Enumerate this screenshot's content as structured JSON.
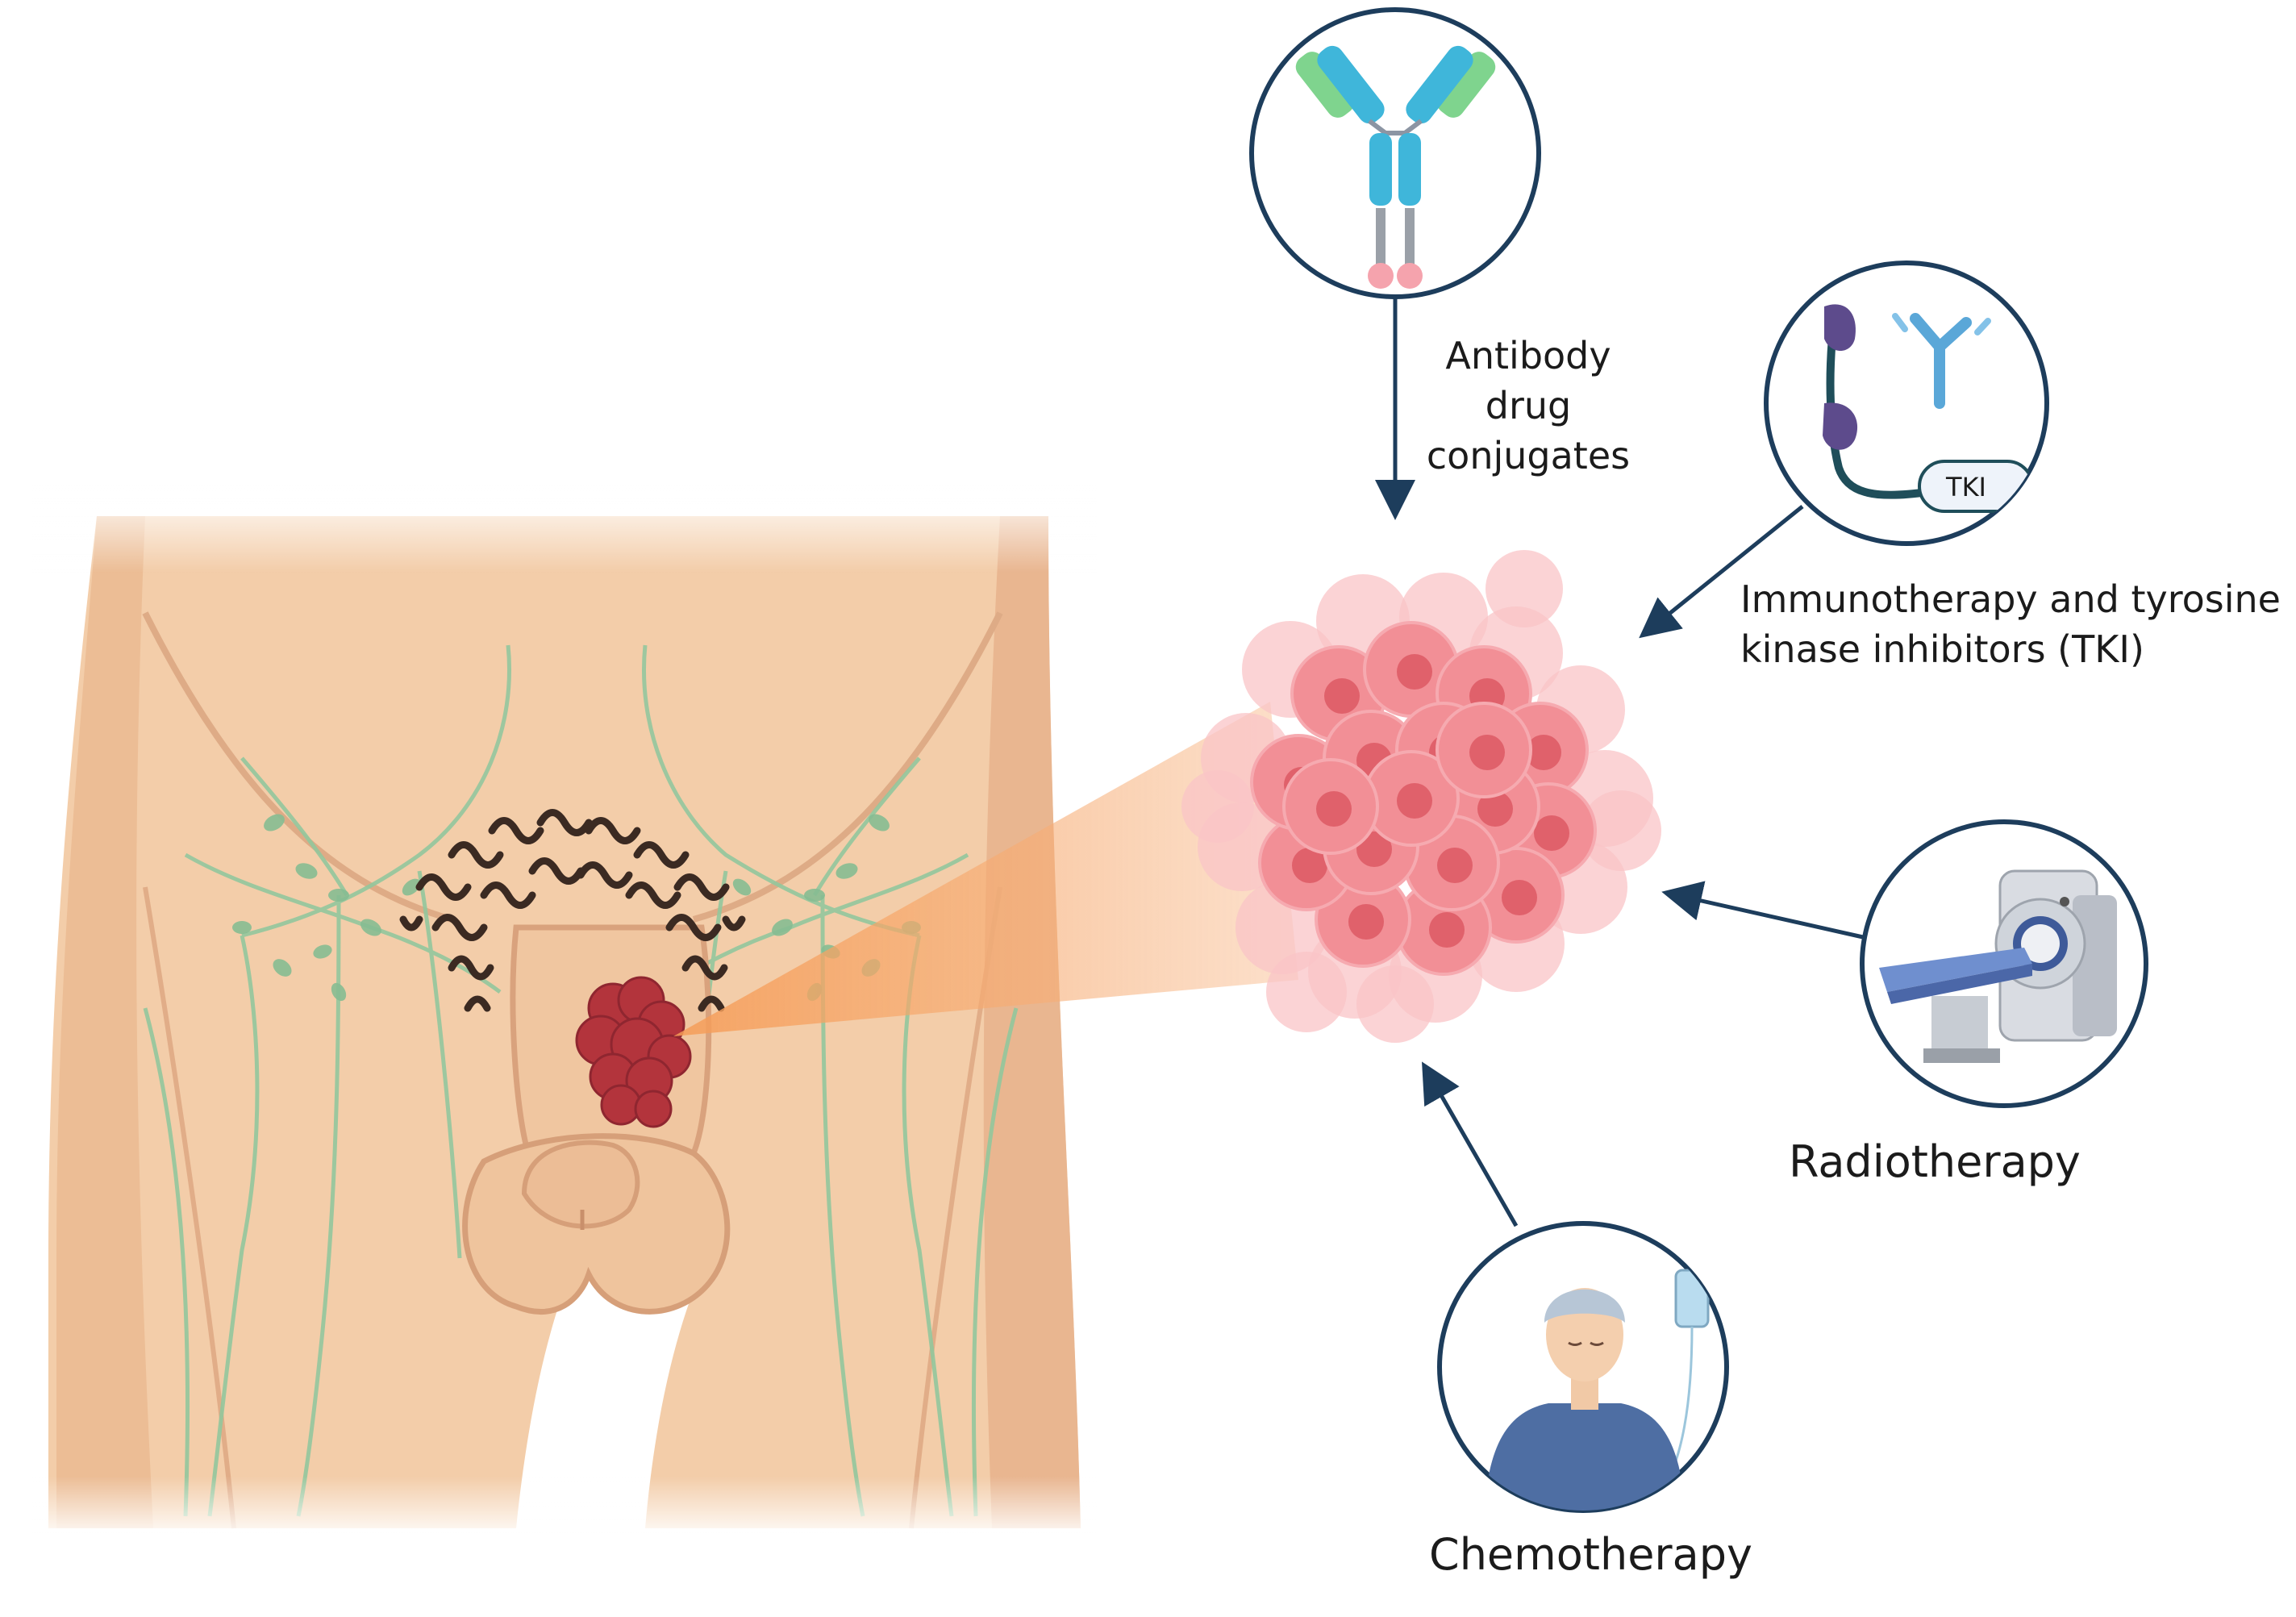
{
  "labels": {
    "adc": [
      "Antibody",
      "drug",
      "conjugates"
    ],
    "immuno": [
      "Immunotherapy and tyrosine",
      "kinase inhibitors (TKI)"
    ],
    "radiotherapy": "Radiotherapy",
    "chemotherapy": "Chemotherapy",
    "tki_tag": "TKI"
  },
  "colors": {
    "skin": "#f3cda9",
    "skin_dark": "#dea57f",
    "lymph": "#8fc49a",
    "hair": "#3a2a22",
    "tumor": "#b3343c",
    "cell": "#f28f96",
    "cell_nucleus": "#e0616b",
    "arrow": "#1d3d5c",
    "zoom": "#f6a868"
  },
  "icons": [
    "antibody-icon",
    "receptor-tki-icon",
    "mri-scanner-icon",
    "patient-iv-icon"
  ]
}
